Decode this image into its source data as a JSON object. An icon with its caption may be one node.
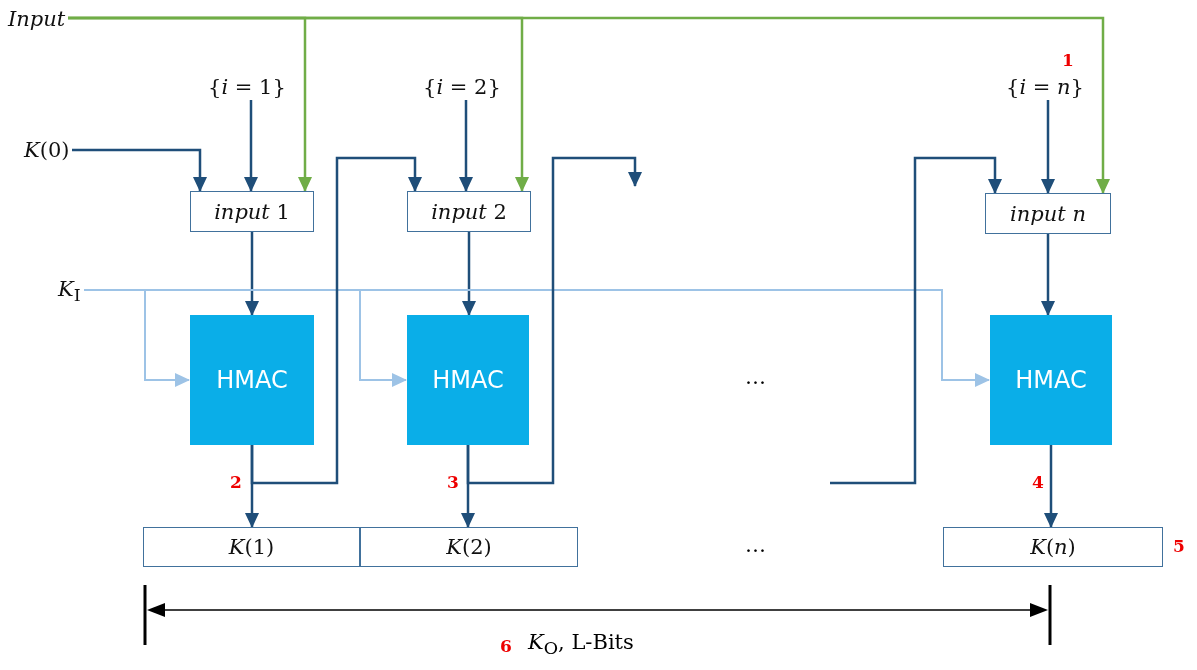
{
  "diagram": {
    "nodes": [
      {
        "text": [
          "Input"
        ]
      },
      {
        "text": [
          "{*i* = 1}"
        ]
      },
      {
        "text": [
          "{*i* = 2}"
        ]
      },
      {
        "text": [
          "{*i* = *n*}"
        ]
      },
      {
        "text": [
          "*K*(0)"
        ]
      },
      {
        "text": [
          "*input* 1"
        ]
      },
      {
        "text": [
          "*input* 2"
        ]
      },
      {
        "text": [
          "input n"
        ]
      },
      {
        "text": [
          "*K*$_{I}$"
        ]
      },
      {
        "text": [
          "HMAC"
        ]
      },
      {
        "text": [
          "HMAC"
        ]
      },
      {
        "text": [
          "HMAC"
        ]
      },
      {
        "text": [
          "*K*(1)"
        ]
      },
      {
        "text": [
          "*K*(2)"
        ]
      },
      {
        "text": [
          "*K*(*n*)"
        ],
        "beside": [
          "5"
        ]
      }
    ],
    "edges": [
      {
        "from": 0,
        "to": 5,
        "arrow": "to",
        "color": "#70ad47"
      },
      {
        "from": 0,
        "to": 6,
        "arrow": "to",
        "color": "#70ad47"
      },
      {
        "from": 0,
        "to": 7,
        "arrow": "to",
        "color": "#70ad47"
      },
      {
        "from": 1,
        "to": 5,
        "arrow": "to"
      },
      {
        "from": 2,
        "to": 6,
        "arrow": "to"
      },
      {
        "from": 3,
        "to": 7,
        "arrow": "to"
      },
      {
        "from": 4,
        "to": 5,
        "arrow": "to"
      },
      {
        "from": 5,
        "to": 9,
        "arrow": "to"
      },
      {
        "from": 6,
        "to": 10,
        "arrow": "to"
      },
      {
        "from": 7,
        "to": 11,
        "arrow": "to"
      },
      {
        "from": 8,
        "to": 9,
        "arrow": "to",
        "color": "#9dc3e6"
      },
      {
        "from": 8,
        "to": 10,
        "arrow": "to",
        "color": "#9dc3e6"
      },
      {
        "from": 8,
        "to": 11,
        "arrow": "to",
        "color": "#9dc3e6"
      },
      {
        "from": 9,
        "to": 12,
        "arrow": "to"
      },
      {
        "from": 9,
        "to": 6,
        "arrow": "to"
      },
      {
        "from": 10,
        "to": 13,
        "arrow": "to"
      },
      {
        "from": 10,
        "to": null,
        "arrow": "to"
      },
      {
        "from": null,
        "to": 7,
        "arrow": "to"
      },
      {
        "from": 11,
        "to": 14,
        "arrow": "to"
      }
    ],
    "labels": [
      "1",
      "2",
      "3",
      "4",
      "…",
      "…",
      "6",
      "*K*$_{O}$, L-Bits"
    ]
  }
}
